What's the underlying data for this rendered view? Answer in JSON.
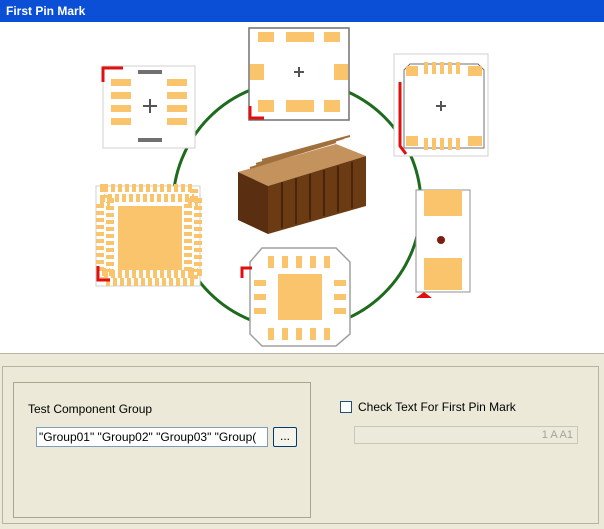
{
  "window": {
    "title": "First Pin Mark"
  },
  "colors": {
    "title_bar": "#0a4fd6",
    "pad": "#f9c46c",
    "pin_mark": "#e01010",
    "ring": "#1e6b1e",
    "body": "#6b3c14"
  },
  "illustration": {
    "center_icon": "3d-chip-icon",
    "packages": [
      "sop-icon",
      "qfn-icon",
      "qfp-corner-icon",
      "melf-icon",
      "qfn-center-icon",
      "bga-icon"
    ]
  },
  "test_group": {
    "label": "Test Component Group",
    "value": "\"Group01\" \"Group02\" \"Group03\" \"Group(",
    "browse_label": "..."
  },
  "check_text": {
    "label": "Check Text For First Pin Mark",
    "checked": false,
    "value": "1 A A1"
  }
}
